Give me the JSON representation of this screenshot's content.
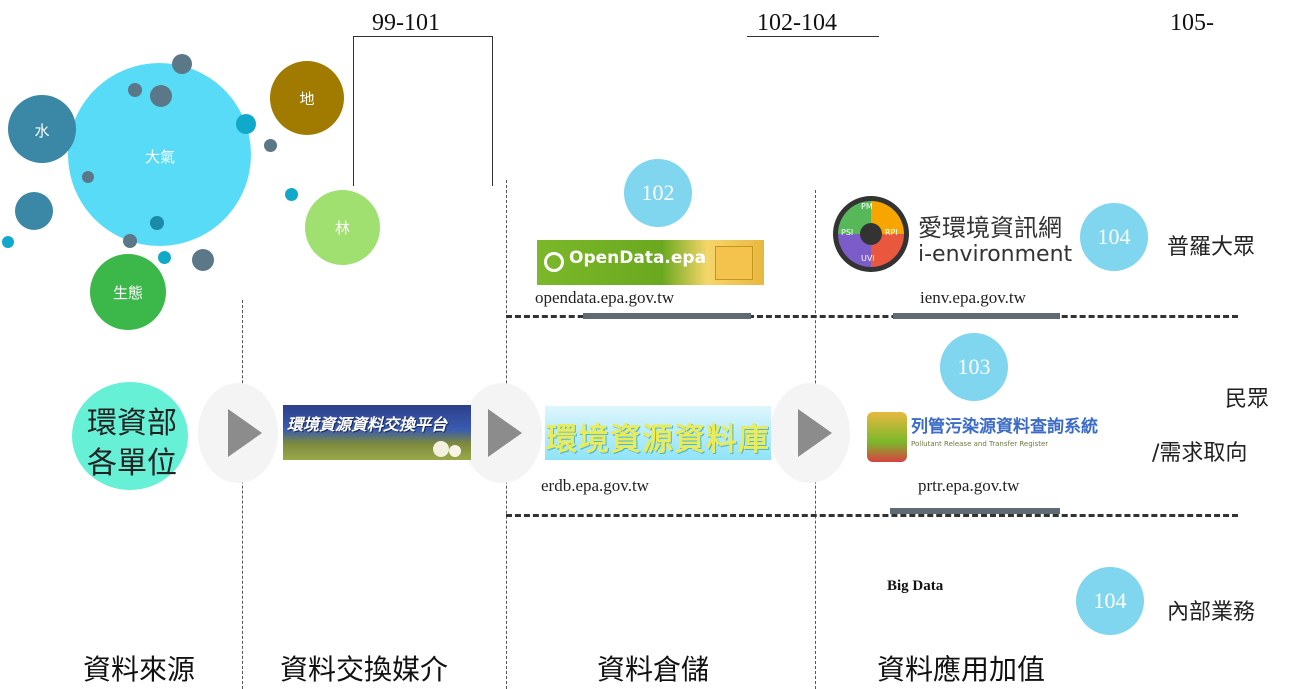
{
  "periods": {
    "p1": "99-101",
    "p2": "102-104",
    "p3": "105-"
  },
  "bubbles": {
    "water": "水",
    "air": "大氣",
    "land": "地",
    "forest": "林",
    "eco": "生態"
  },
  "source_unit": {
    "line1": "環資部",
    "line2": "各單位"
  },
  "platforms": {
    "exchange": {
      "banner": "環境資源資料交換平台"
    },
    "opendata": {
      "badge": "102",
      "logo": "OpenData.epa",
      "url": "opendata.epa.gov.tw"
    },
    "erdb": {
      "logo": "環境資源資料庫",
      "url": "erdb.epa.gov.tw"
    },
    "ienv": {
      "badge": "104",
      "logo_cn": "愛環境資訊網",
      "logo_en": "i-environment",
      "gauge": {
        "pm": "PM",
        "psi": "PSI",
        "rpi": "RPI",
        "uvi": "UVI"
      },
      "url": "ienv.epa.gov.tw"
    },
    "prtr": {
      "badge": "103",
      "logo_cn": "列管污染源資料查詢系統",
      "logo_en": "Pollutant Release and Transfer Register",
      "url": "prtr.epa.gov.tw"
    },
    "bigdata": {
      "label": "Big Data",
      "badge": "104"
    }
  },
  "right_labels": {
    "public": "普羅大眾",
    "civic1": "民眾",
    "civic2": "/需求取向",
    "internal": "內部業務"
  },
  "columns": {
    "c1": "資料來源",
    "c2": "資料交換媒介",
    "c3": "資料倉儲",
    "c4": "資料應用加值"
  },
  "colors": {
    "bubble_big": "#57dbf6",
    "badge": "#7fd6ee",
    "source": "#66f0d6"
  }
}
